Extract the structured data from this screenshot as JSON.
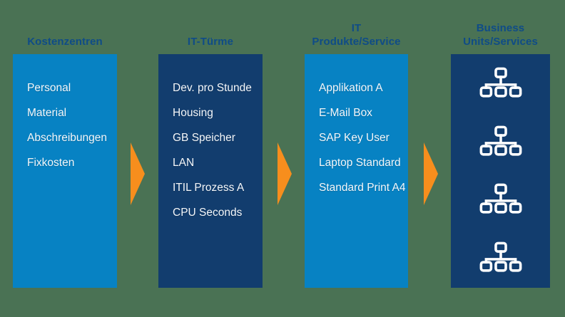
{
  "colors": {
    "background": "#4A7254",
    "light_column": "#0782C3",
    "dark_column": "#123D6E",
    "header_text": "#0F4C87",
    "arrow": "#F78E1D",
    "item_text": "#F4F7FA"
  },
  "columns": [
    {
      "header_line1": "Kostenzentren",
      "items": [
        "Personal",
        "Material",
        "Abschreibungen",
        "Fixkosten"
      ]
    },
    {
      "header_line1": "IT-Türme",
      "items": [
        "Dev. pro Stunde",
        "Housing",
        "GB Speicher",
        "LAN",
        "ITIL Prozess A",
        "CPU Seconds"
      ]
    },
    {
      "header_line1": "IT",
      "header_line2": "Produkte/Service",
      "items": [
        "Applikation A",
        "E-Mail Box",
        "SAP Key User",
        "Laptop Standard",
        "Standard Print A4"
      ]
    },
    {
      "header_line1": "Business",
      "header_line2": "Units/Services",
      "items": [],
      "icons": [
        "org-chart-icon",
        "org-chart-icon",
        "org-chart-icon",
        "org-chart-icon"
      ]
    }
  ],
  "arrows": [
    {
      "name": "arrow-kostenzentren-to-it-tuerme",
      "direction": "right"
    },
    {
      "name": "arrow-it-tuerme-to-it-produkte",
      "direction": "right"
    },
    {
      "name": "arrow-it-produkte-to-business-units",
      "direction": "right"
    }
  ]
}
